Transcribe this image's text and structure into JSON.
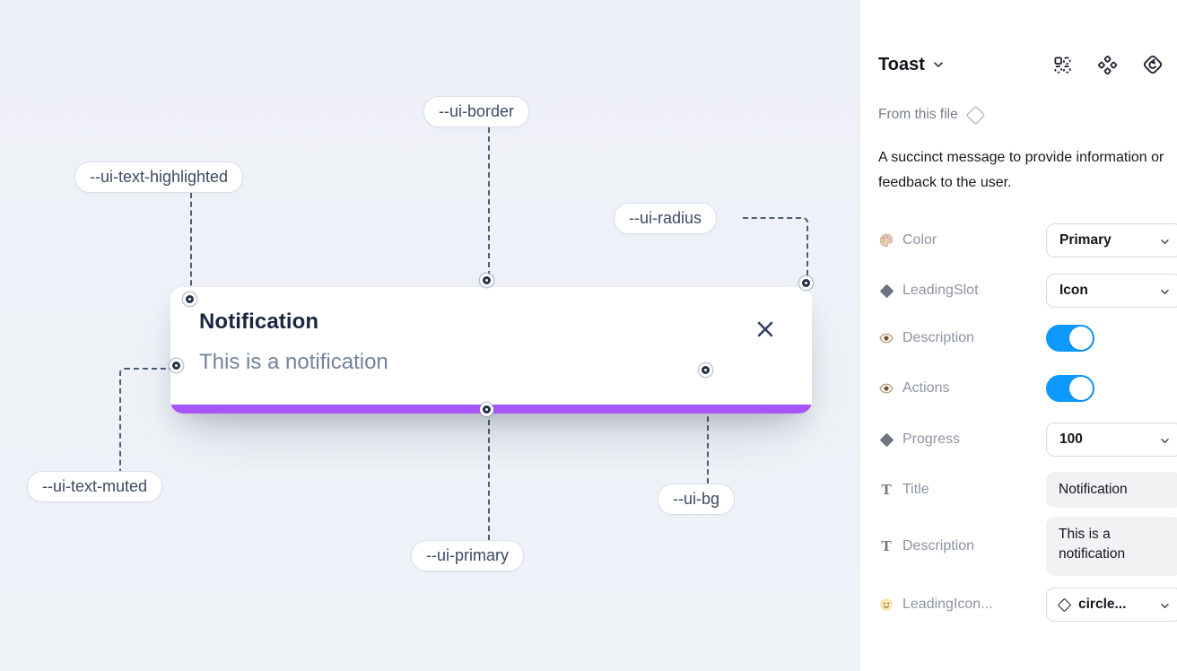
{
  "canvas": {
    "tokens": {
      "text_highlighted": "--ui-text-highlighted",
      "border": "--ui-border",
      "radius": "--ui-radius",
      "text_muted": "--ui-text-muted",
      "primary": "--ui-primary",
      "bg": "--ui-bg"
    },
    "toast": {
      "title": "Notification",
      "description": "This is a notification",
      "progress_percent": 100
    }
  },
  "panel": {
    "header": {
      "title": "Toast",
      "icons": [
        "variants-grid-icon",
        "component-icon",
        "reset-instance-icon"
      ]
    },
    "source_label": "From this file",
    "description": "A succinct message to provide information or feedback to the user.",
    "properties": {
      "color": {
        "label": "Color",
        "control": "dropdown",
        "value": "Primary"
      },
      "leading_slot": {
        "label": "LeadingSlot",
        "control": "dropdown",
        "value": "Icon"
      },
      "description_visible hint": null,
      "description_visible": {
        "label": "Description",
        "control": "toggle",
        "value": "on"
      },
      "actions_visible": {
        "label": "Actions",
        "control": "toggle",
        "value": "on"
      },
      "progress": {
        "label": "Progress",
        "control": "dropdown",
        "value": "100"
      },
      "title_text": {
        "label": "Title",
        "control": "text",
        "value": "Notification"
      },
      "description_text": {
        "label": "Description",
        "control": "text",
        "value": "This is a notification"
      },
      "leading_icon": {
        "label": "LeadingIcon...",
        "control": "dropdown",
        "value": "circle..."
      }
    }
  },
  "colors": {
    "primary_purple": "#a855f7",
    "toggle_blue": "#0d99ff",
    "canvas_bg": "#eef1f7"
  }
}
